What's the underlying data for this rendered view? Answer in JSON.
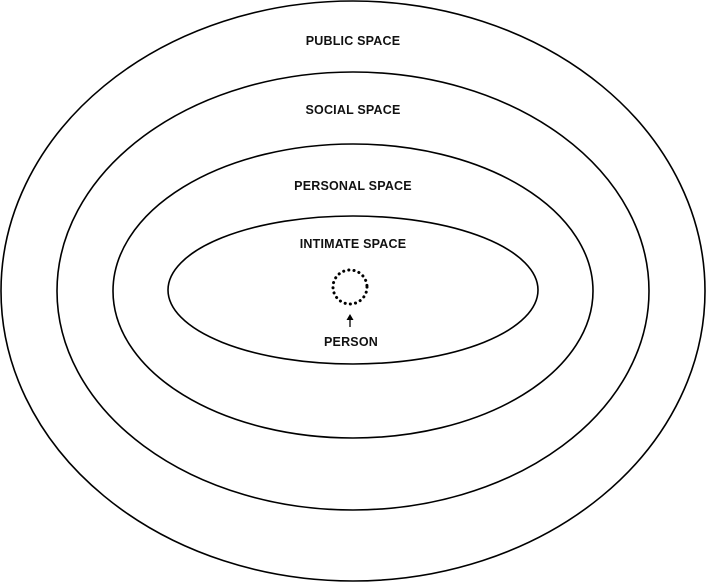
{
  "diagram": {
    "zones": {
      "public": {
        "label": "PUBLIC SPACE"
      },
      "social": {
        "label": "SOCIAL SPACE"
      },
      "personal": {
        "label": "PERSONAL SPACE"
      },
      "intimate": {
        "label": "INTIMATE SPACE"
      }
    },
    "person": {
      "label": "PERSON"
    },
    "colors": {
      "stroke": "#000000",
      "background": "#ffffff",
      "text": "#111111"
    }
  }
}
